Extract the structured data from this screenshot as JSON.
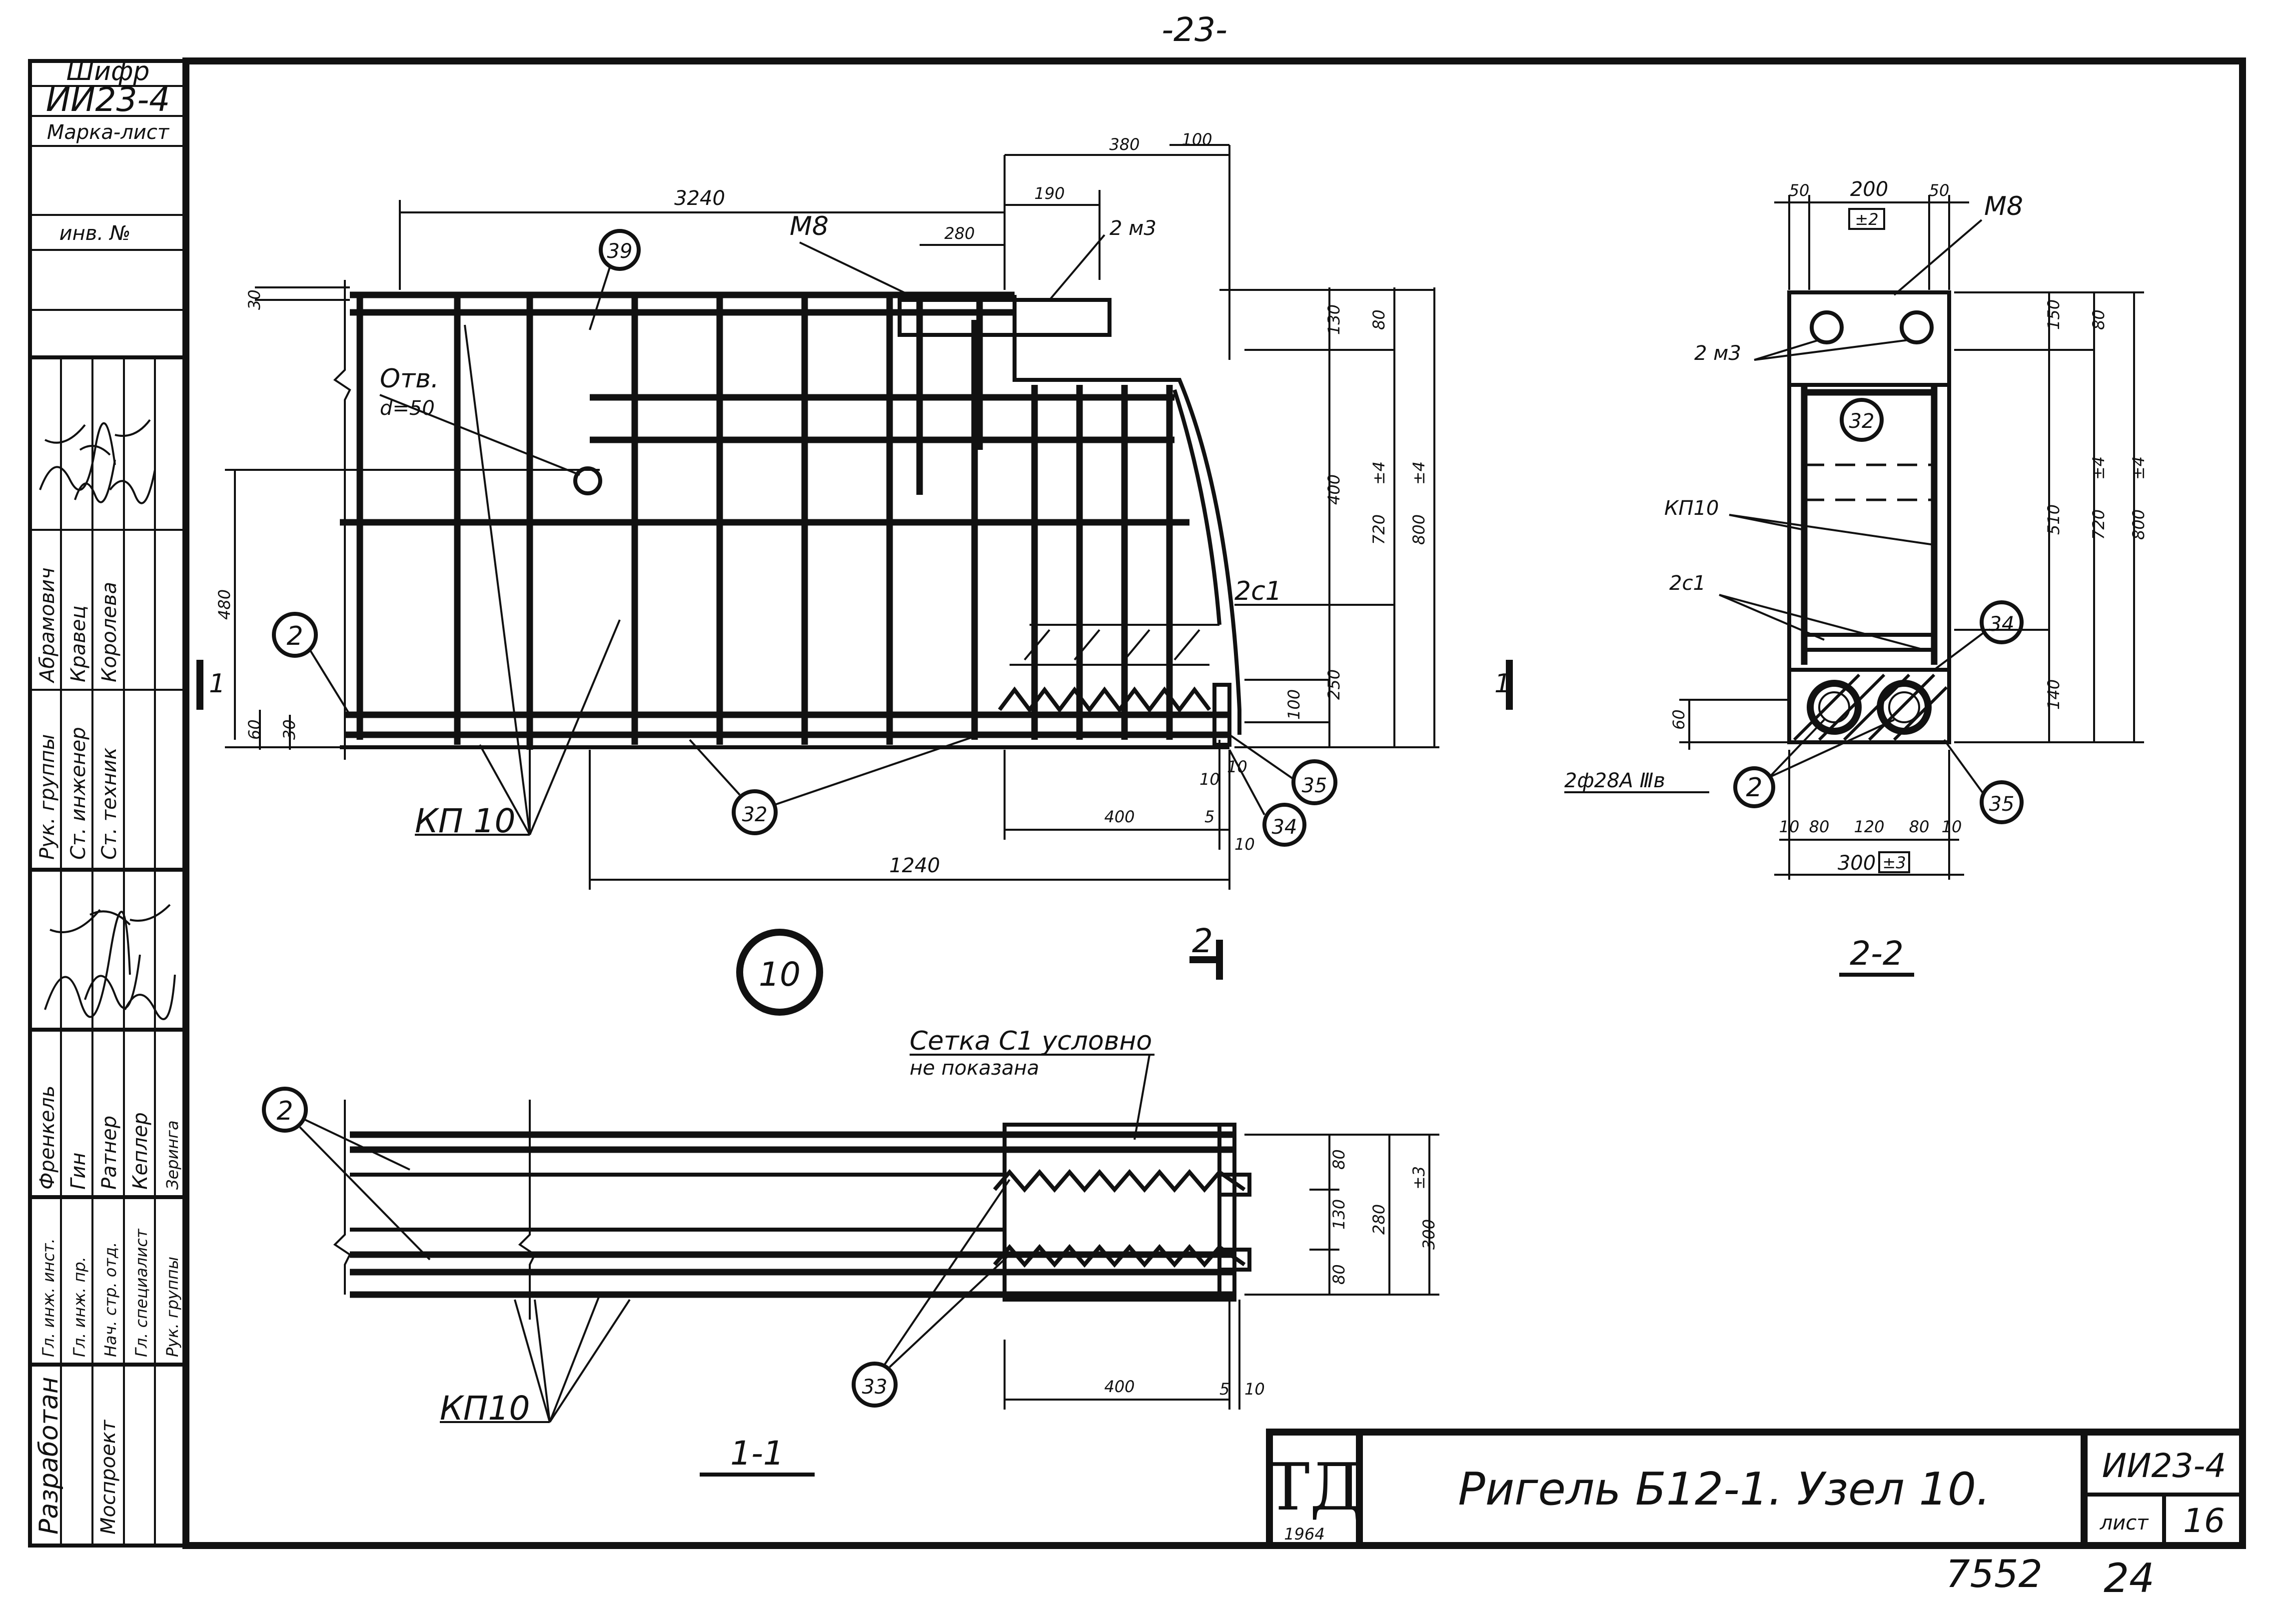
{
  "page_number": "-23-",
  "stamp_column": {
    "cipher_label": "Шифр",
    "cipher": "ИИ23-4",
    "mark_label": "Марка-лист",
    "inv_label": "инв. №",
    "roles_group": [
      "Рук. группы",
      "Ст. инженер",
      "Ст. техник"
    ],
    "names_group": [
      "Абрамович",
      "Кравец",
      "Королева"
    ],
    "roles_top": [
      "Гл. инж. инст.",
      "Гл. инж. пр.",
      "Нач. стр. отд.",
      "Гл. специалист",
      "Рук. группы"
    ],
    "names_top": [
      "Френкель",
      "Гин",
      "Ратнер",
      "Кеплер",
      "Зеринга"
    ],
    "developed_label": "Разработан",
    "developer_org": "Моспроект"
  },
  "main_view": {
    "node_mark": "10",
    "dims_top": [
      "3240",
      "380",
      "100",
      "190",
      "280"
    ],
    "labels": {
      "m8": "М8",
      "two_m3": "2 м3",
      "hole": "Отв.",
      "hole_d": "d=50",
      "kp10": "КП 10",
      "two_c1": "2с1",
      "section_mark_1": "1",
      "section_mark_2": "2"
    },
    "balloons": [
      "39",
      "2",
      "32",
      "35",
      "34"
    ],
    "dims_right": [
      "130",
      "80",
      "400",
      "720",
      "800",
      "250",
      "100"
    ],
    "tol_720": "±4",
    "tol_800": "±4",
    "dims_left": [
      "30",
      "480",
      "60",
      "30"
    ],
    "dims_bottom": [
      "400",
      "5",
      "10",
      "10",
      "1240",
      "10"
    ]
  },
  "section_2_2": {
    "title": "2-2",
    "dims_top": [
      "50",
      "200",
      "50"
    ],
    "tol_top": "±2",
    "labels": {
      "m8": "М8",
      "two_m3": "2 м3",
      "kp10": "КП10",
      "two_c1": "2с1",
      "rebar": "2ф28А Ⅲв"
    },
    "balloons": [
      "32",
      "34",
      "2",
      "35"
    ],
    "dims_right": [
      "150",
      "80",
      "510",
      "720",
      "800",
      "140"
    ],
    "tol_720": "±4",
    "tol_800": "±4",
    "dim_left": "60",
    "dims_bottom": [
      "10",
      "80",
      "120",
      "80",
      "10"
    ],
    "dim_total": "300",
    "tol_total": "±3"
  },
  "section_1_1": {
    "title": "1-1",
    "note_line1": "Сетка С1 условно",
    "note_line2": "не показана",
    "labels": {
      "kp10": "КП10"
    },
    "balloons": [
      "2",
      "33"
    ],
    "dims_right": [
      "80",
      "130",
      "80",
      "280",
      "300"
    ],
    "tol_300": "±3",
    "dims_bottom": [
      "400",
      "5",
      "10"
    ]
  },
  "title_block": {
    "logo": "ТД",
    "year": "1964",
    "title": "Ригель Б12-1. Узел 10.",
    "cipher": "ИИ23-4",
    "sheet_label": "лист",
    "sheet_number": "16"
  },
  "footer": {
    "archive_number": "7552",
    "page": "24"
  }
}
